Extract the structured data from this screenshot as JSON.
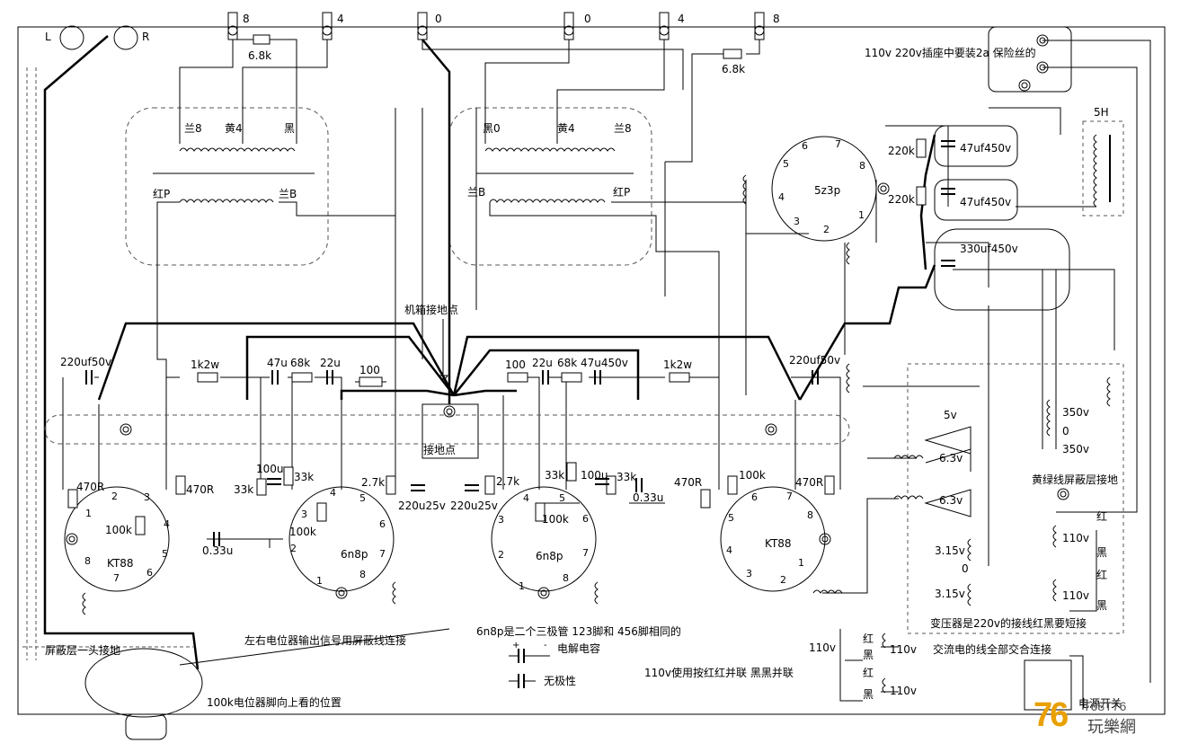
{
  "terminals": {
    "left": [
      "8",
      "4",
      "0"
    ],
    "right": [
      "0",
      "4",
      "8"
    ],
    "pot_L": "L",
    "pot_R": "R"
  },
  "resistors": {
    "r_6k8_left": "6.8k",
    "r_6k8_right": "6.8k",
    "r_1k2w_left": "1k2w",
    "r_1k2w_right": "1k2w",
    "r_68k_left": "68k",
    "r_68k_right": "68k",
    "r_100_left": "100",
    "r_100_right": "100",
    "r_470R_l1": "470R",
    "r_470R_l2": "470R",
    "r_470R_r1": "470R",
    "r_470R_r2": "470R",
    "r_100k_l": "100k",
    "r_100k_l2": "100k",
    "r_100k_r": "100k",
    "r_100k_r2": "100k",
    "r_33k_l1": "33k",
    "r_33k_l2": "33k",
    "r_33k_r1": "33k",
    "r_33k_r2": "33k",
    "r_2k7_l": "2.7k",
    "r_2k7_r": "2.7k",
    "r_220k_1": "220k",
    "r_220k_2": "220k"
  },
  "capacitors": {
    "c_220uf50v_l": "220uf50v",
    "c_220uf50v_r": "220uf50v",
    "c_47u_l": "47u",
    "c_22u_l": "22u",
    "c_22u_r": "22u",
    "c_47u450v_r": "47u450v",
    "c_100u_l": "100u",
    "c_100u_r": "100u",
    "c_033u_l": "0.33u",
    "c_033u_r": "0.33u",
    "c_220u25v_l": "220u25v",
    "c_220u25v_r": "220u25v",
    "c_47uf450v_1": "47uf450v",
    "c_47uf450v_2": "47uf450v",
    "c_330uf450v": "330uf450v"
  },
  "transformer_labels": {
    "left_blue8": "兰8",
    "left_yellow4": "黄4",
    "left_black": "黑",
    "left_redP": "红P",
    "left_blueB": "兰B",
    "right_black0": "黑0",
    "right_yellow4": "黄4",
    "right_blue8": "兰8",
    "right_blueB": "兰B",
    "right_redP": "红P"
  },
  "tubes": {
    "kt88_left": {
      "name": "KT88",
      "pins": [
        "1",
        "2",
        "3",
        "4",
        "5",
        "6",
        "7",
        "8"
      ]
    },
    "n6n8p_left": {
      "name": "6n8p",
      "pins": [
        "1",
        "2",
        "3",
        "4",
        "5",
        "6",
        "7",
        "8"
      ]
    },
    "n6n8p_right": {
      "name": "6n8p",
      "pins": [
        "1",
        "2",
        "3",
        "4",
        "5",
        "6",
        "7",
        "8"
      ]
    },
    "kt88_right": {
      "name": "KT88",
      "pins": [
        "1",
        "2",
        "3",
        "4",
        "5",
        "6",
        "7",
        "8"
      ]
    },
    "rect_5z3p": {
      "name": "5z3p",
      "pins": [
        "1",
        "2",
        "3",
        "4",
        "5",
        "6",
        "7",
        "8"
      ]
    }
  },
  "power_transformer": {
    "v5": "5v",
    "v6_3a": "6.3v",
    "v6_3b": "6.3v",
    "v3_15a": "3.15v",
    "v0": "0",
    "v3_15b": "3.15v",
    "v350a": "350v",
    "v350_0": "0",
    "v350b": "350v",
    "v110a": "110v",
    "v110b": "110v",
    "red1": "红",
    "black1": "黑",
    "red2": "红",
    "black2": "黑",
    "choke": "5H"
  },
  "annotations": {
    "fuse_note": "110v 220v插座中要装2a 保险丝的",
    "chassis_ground": "机箱接地点",
    "ground_point": "接地点",
    "shield_ground": "黄绿线屏蔽层接地",
    "transformer_note": "变压器是220v的接线红黑要短接",
    "ac_note": "交流电的线全部交合连接",
    "tube_note": "6n8p是二个三极管 123脚和 456脚相同的",
    "electrolytic": "电解电容",
    "nonpolar": "无极性",
    "pot_signal_note": "左右电位器输出信号用屏蔽线连接",
    "shield_one_end": "屏蔽层一头接地",
    "pot_bottom_view": "100k电位器脚向上看的位置",
    "series_note": "110v使用按红红并联  黑黑并联",
    "v110_left": "110v",
    "v110_r1": "110v",
    "v110_r2": "110v",
    "red_a": "红",
    "black_a": "黑",
    "red_b": "红",
    "black_b": "黑",
    "power_switch": "电源开关",
    "cap_plus": "+",
    "cap_minus": "-"
  },
  "logo": {
    "num": "76",
    "small": "T68T76",
    "cn": "玩樂網"
  }
}
